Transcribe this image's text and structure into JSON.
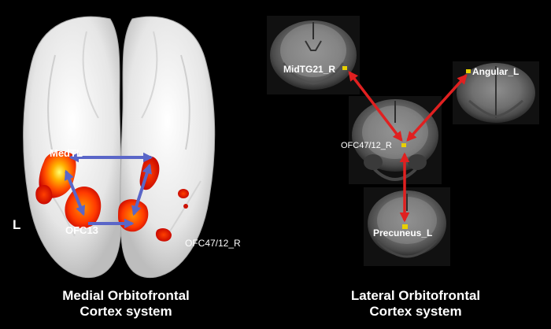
{
  "left_panel": {
    "side_marker": "L",
    "regions": {
      "medtl": "MedTL",
      "ofc13": "OFC13",
      "ofc47_12_r": "OFC47/12_R"
    },
    "caption_line1": "Medial Orbitofrontal",
    "caption_line2": "Cortex system",
    "arrow_color": "#5060c0",
    "activation_colors": [
      "#cc0000",
      "#ff4400",
      "#ffaa00",
      "#ffff66"
    ]
  },
  "right_panel": {
    "regions": {
      "midtg21_r": "MidTG21_R",
      "angular_l": "Angular_L",
      "ofc47_12_r": "OFC47/12_R",
      "precuneus_l": "Precuneus_L"
    },
    "caption_line1": "Lateral Orbitofrontal",
    "caption_line2": "Cortex system",
    "arrow_color": "#e02020",
    "marker_color": "#e8d000"
  }
}
